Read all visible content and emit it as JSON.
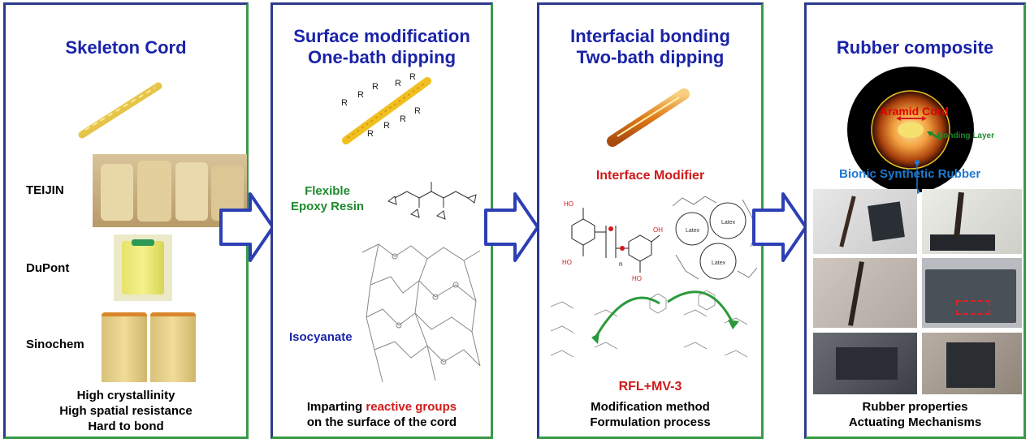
{
  "panels": [
    {
      "title": "Skeleton Cord",
      "brands": [
        "TEIJIN",
        "DuPont",
        "Sinochem"
      ],
      "bottom": [
        "High crystallinity",
        "High spatial resistance",
        "Hard to bond"
      ]
    },
    {
      "title_lines": [
        "Surface modification",
        "One-bath dipping"
      ],
      "flexible": [
        "Flexible",
        "Epoxy Resin"
      ],
      "isocyanate": "Isocyanate",
      "bottom_l1_pre": "Imparting ",
      "bottom_l1_red": "reactive groups",
      "bottom_l2": "on the surface of the cord",
      "r_group": "R"
    },
    {
      "title_lines": [
        "Interfacial bonding",
        "Two-bath dipping"
      ],
      "interface_modifier": "Interface Modifier",
      "rfl": "RFL+MV-3",
      "bottom": [
        "Modification method",
        "Formulation process"
      ],
      "latex": "Latex",
      "n": "n",
      "ho": "HO",
      "oh": "OH"
    },
    {
      "title": "Rubber composite",
      "aramid": "Aramid Cord",
      "bonding": "Bonding Layer",
      "bionic": "Bionic Synthetic Rubber",
      "bottom": [
        "Rubber properties",
        "Actuating Mechanisms"
      ]
    }
  ],
  "colors": {
    "title_blue": "#1a23a8",
    "accent_red": "#d11a1a",
    "accent_green": "#1f8a2e",
    "arrow_blue": "#2c3fb5",
    "bionic_blue": "#1f7ad0"
  }
}
